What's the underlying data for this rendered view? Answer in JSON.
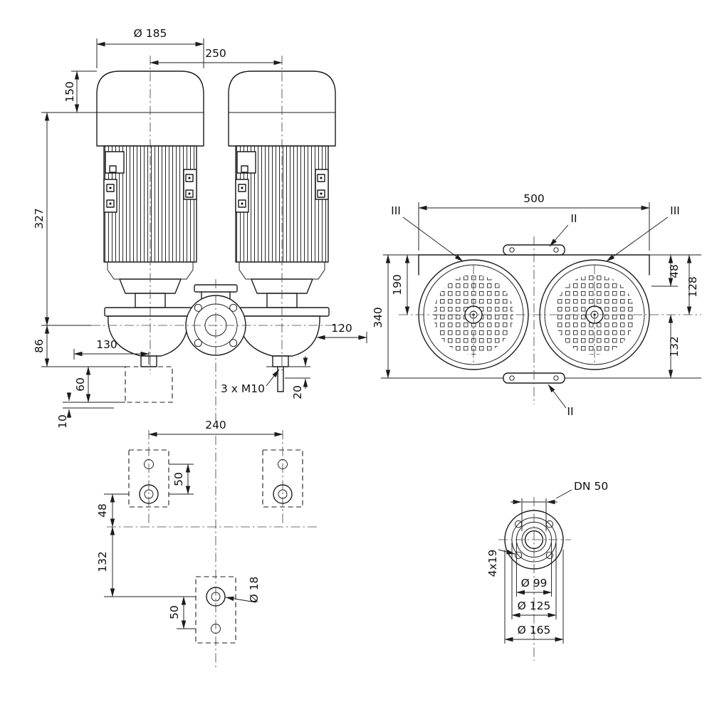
{
  "colors": {
    "line": "#1c1c1c",
    "background": "#ffffff"
  },
  "views": {
    "front": {
      "dim_dia_motor": "Ø 185",
      "dim_pitch": "250",
      "dim_150": "150",
      "dim_327": "327",
      "dim_86": "86",
      "dim_130": "130",
      "dim_120": "120",
      "dim_60": "60",
      "dim_10": "10",
      "dim_20": "20",
      "note_bolts": "3 x M10"
    },
    "plan": {
      "dim_240": "240",
      "dim_50_upper": "50",
      "dim_48": "48",
      "dim_132": "132",
      "dim_50_lower": "50",
      "dim_dia_hole": "Ø 18"
    },
    "side": {
      "dim_500": "500",
      "dim_190": "190",
      "dim_340": "340",
      "dim_48": "48",
      "dim_128": "128",
      "dim_132": "132",
      "section_iii_left": "III",
      "section_iii_right": "III",
      "section_ii_top": "II",
      "section_ii_bottom": "II"
    },
    "flange": {
      "label_dn": "DN 50",
      "note_holes": "4x19",
      "dim_dia_99": "Ø 99",
      "dim_dia_125": "Ø 125",
      "dim_dia_165": "Ø 165"
    }
  }
}
